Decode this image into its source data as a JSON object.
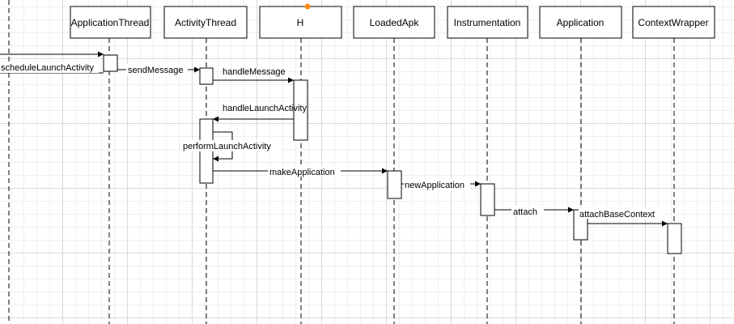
{
  "diagram": {
    "participants": [
      {
        "id": "applicationthread",
        "label": "ApplicationThread"
      },
      {
        "id": "activitythread",
        "label": "ActivityThread"
      },
      {
        "id": "h",
        "label": "H"
      },
      {
        "id": "loadedapk",
        "label": "LoadedApk"
      },
      {
        "id": "instrumentation",
        "label": "Instrumentation"
      },
      {
        "id": "application",
        "label": "Application"
      },
      {
        "id": "contextwrapper",
        "label": "ContextWrapper"
      }
    ],
    "messages": [
      {
        "id": "schedulelaunchactivity",
        "label": "scheduleLaunchActivity"
      },
      {
        "id": "sendmessage",
        "label": "sendMessage"
      },
      {
        "id": "handlemessage",
        "label": "handleMessage"
      },
      {
        "id": "handlelaunchactivity",
        "label": "handleLaunchActivity"
      },
      {
        "id": "performlaunchactivity",
        "label": "performLaunchActivity"
      },
      {
        "id": "makeapplication",
        "label": "makeApplication"
      },
      {
        "id": "newapplication",
        "label": "newApplication"
      },
      {
        "id": "attach",
        "label": "attach"
      },
      {
        "id": "attachbasecontext",
        "label": "attachBaseContext"
      }
    ],
    "colors": {
      "line": "#000000",
      "selection_handle": "#ff8c1a",
      "grid": "#d9d9d9"
    }
  }
}
